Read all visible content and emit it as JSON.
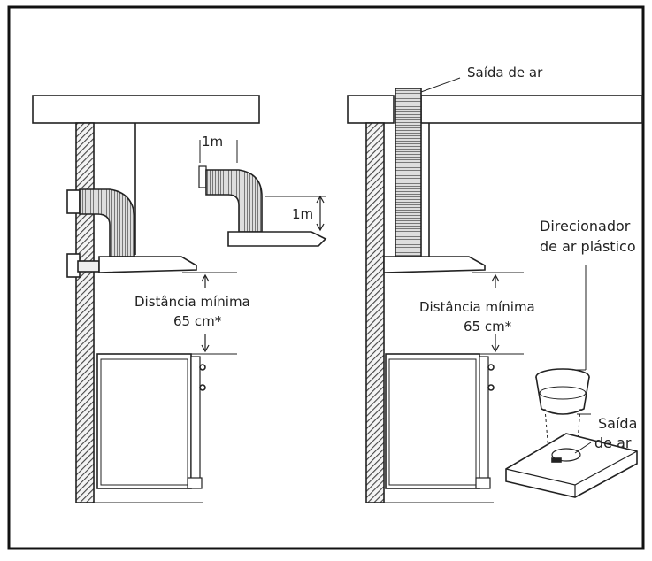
{
  "labels": {
    "one_meter_horizontal": "1m",
    "one_meter_vertical": "1m",
    "min_distance_left_line1": "Distância mínima",
    "min_distance_left_line2": "65 cm*",
    "min_distance_right_line1": "Distância mínima",
    "min_distance_right_line2": "65 cm*",
    "air_outlet_top": "Saída de ar",
    "plastic_director_line1": "Direcionador",
    "plastic_director_line2": "de ar plástico",
    "air_outlet_hood_line1": "Saída",
    "air_outlet_hood_line2": "de ar"
  },
  "colors": {
    "line": "#222222",
    "wall_hatch": "#555555",
    "frame": "#111111"
  }
}
